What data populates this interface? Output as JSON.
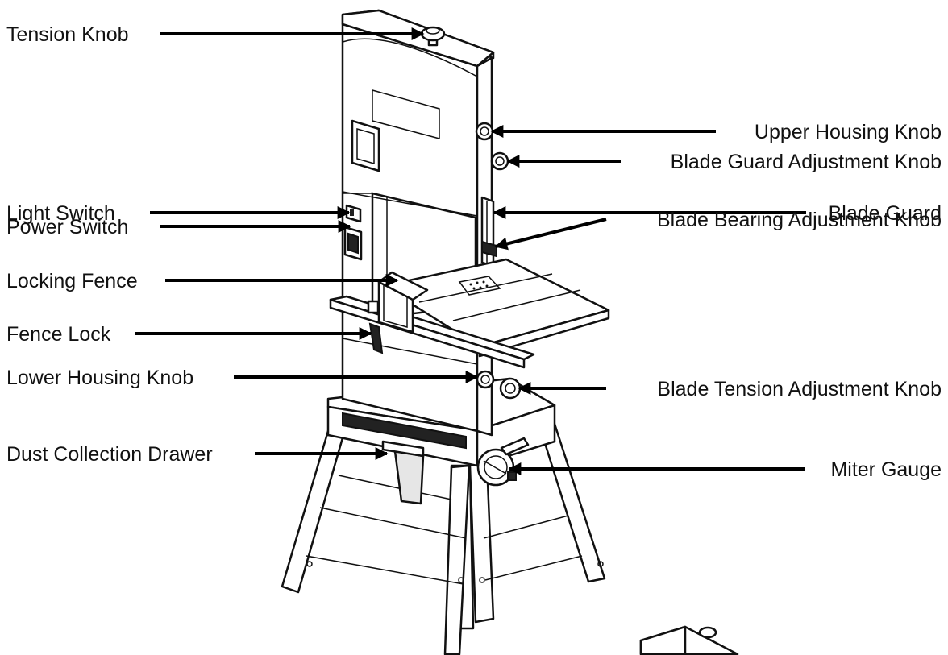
{
  "callouts": {
    "tension_knob": "Tension Knob",
    "light_switch": "Light Switch",
    "power_switch": "Power Switch",
    "locking_fence": "Locking Fence",
    "fence_lock": "Fence Lock",
    "lower_housing_knob": "Lower Housing Knob",
    "dust_collection_drawer": "Dust Collection Drawer",
    "upper_housing_knob": "Upper Housing Knob",
    "blade_guard_adjustment_knob": "Blade Guard Adjustment Knob",
    "blade_guard": "Blade Guard",
    "blade_bearing_adjustment_knob": "Blade Bearing Adjustment Knob",
    "blade_tension_adjustment_knob": "Blade Tension Adjustment Knob",
    "miter_gauge": "Miter Gauge"
  }
}
